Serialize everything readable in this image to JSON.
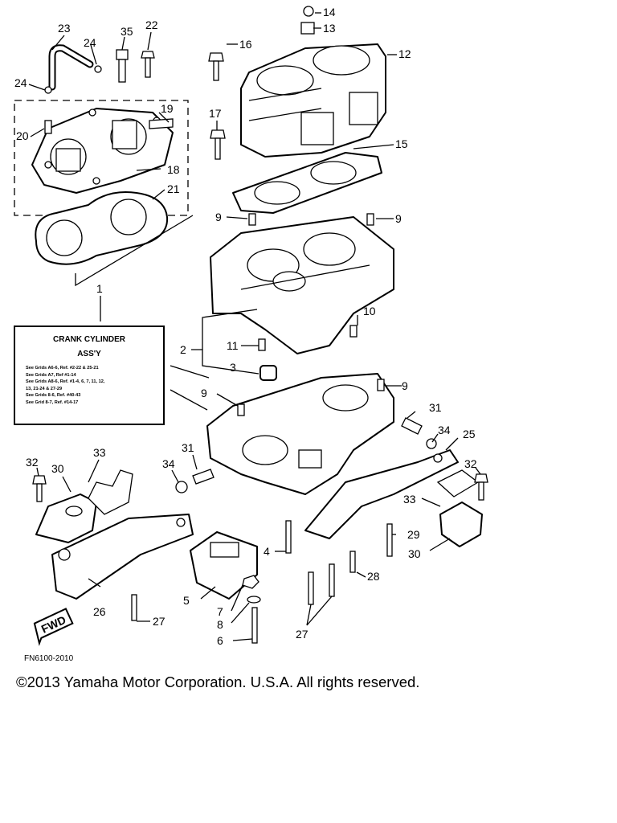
{
  "figure_code": "FN6100-2010",
  "assembly_box": {
    "title": "CRANK CYLINDER",
    "subtitle": "ASS'Y",
    "references": [
      "See Grids A6-6, Ref. #2-22 & 25-21",
      "See Grids A7, Ref #1-14",
      "See Grids A8-6, Ref. #1-4, 6, 7, 11, 12,",
      "13, 21-24 & 27-29",
      "See Grids 8-6, Ref. #40-43",
      "See Grid 8-7, Ref. #14-17"
    ]
  },
  "direction_tag": "FWD",
  "callouts": [
    "1",
    "2",
    "3",
    "4",
    "5",
    "6",
    "7",
    "8",
    "9",
    "9",
    "9",
    "9",
    "10",
    "11",
    "12",
    "13",
    "14",
    "15",
    "16",
    "17",
    "18",
    "19",
    "20",
    "21",
    "22",
    "23",
    "24",
    "24",
    "25",
    "26",
    "27",
    "27",
    "28",
    "29",
    "30",
    "30",
    "31",
    "31",
    "32",
    "32",
    "33",
    "33",
    "34",
    "34",
    "35"
  ],
  "copyright": "©2013 Yamaha Motor Corporation. U.S.A. All rights reserved."
}
